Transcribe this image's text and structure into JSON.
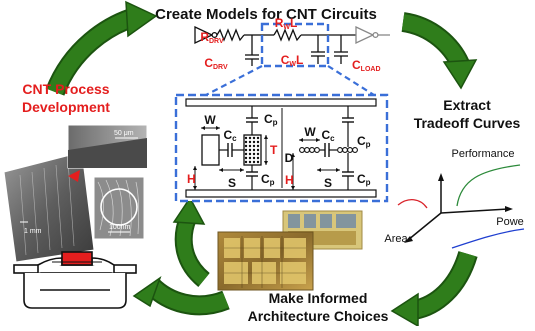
{
  "title": "Create Models for CNT Circuits",
  "steps": {
    "process_line1": "CNT Process",
    "process_line2": "Development",
    "tradeoff_line1": "Extract",
    "tradeoff_line2": "Tradeoff Curves",
    "arch_line1": "Make Informed",
    "arch_line2": "Architecture Choices"
  },
  "circuit": {
    "r_drv_main": "R",
    "r_drv_sub": "DRV",
    "c_drv_main": "C",
    "c_drv_sub": "DRV",
    "rw_main": "R",
    "rw_sub": "W",
    "rw_l": "L",
    "cw_main": "C",
    "cw_sub": "W",
    "cw_l": "L",
    "c_load_main": "C",
    "c_load_sub": "LOAD"
  },
  "model": {
    "w_left": "W",
    "cc_left_main": "C",
    "cc_left_sub": "c",
    "cp_tl_main": "C",
    "cp_tl_sub": "p",
    "cp_bl_main": "C",
    "cp_bl_sub": "p",
    "h_left": "H",
    "t_left": "T",
    "s_left": "S",
    "w_right": "W",
    "cc_right_main": "C",
    "cc_right_sub": "c",
    "cp_tr_main": "C",
    "cp_tr_sub": "p",
    "cp_br_main": "C",
    "cp_br_sub": "p",
    "d_right": "D",
    "h_right": "H",
    "s_right": "S"
  },
  "sem": {
    "scale_top": "50 μm",
    "scale_left": "1 mm",
    "scale_bottom": "100nm"
  },
  "tradeoff_plot": {
    "axis_y": "Performance",
    "axis_x": "Powe",
    "axis_z": "Area"
  },
  "colors": {
    "arrow_green": "#2f7d1b",
    "arrow_green_dark": "#1c5410",
    "accent_red": "#e41e1e",
    "dash_blue": "#3a6fd8",
    "curve_red": "#d9232a",
    "curve_green": "#2c8a3a",
    "curve_blue": "#1f3fd0"
  }
}
